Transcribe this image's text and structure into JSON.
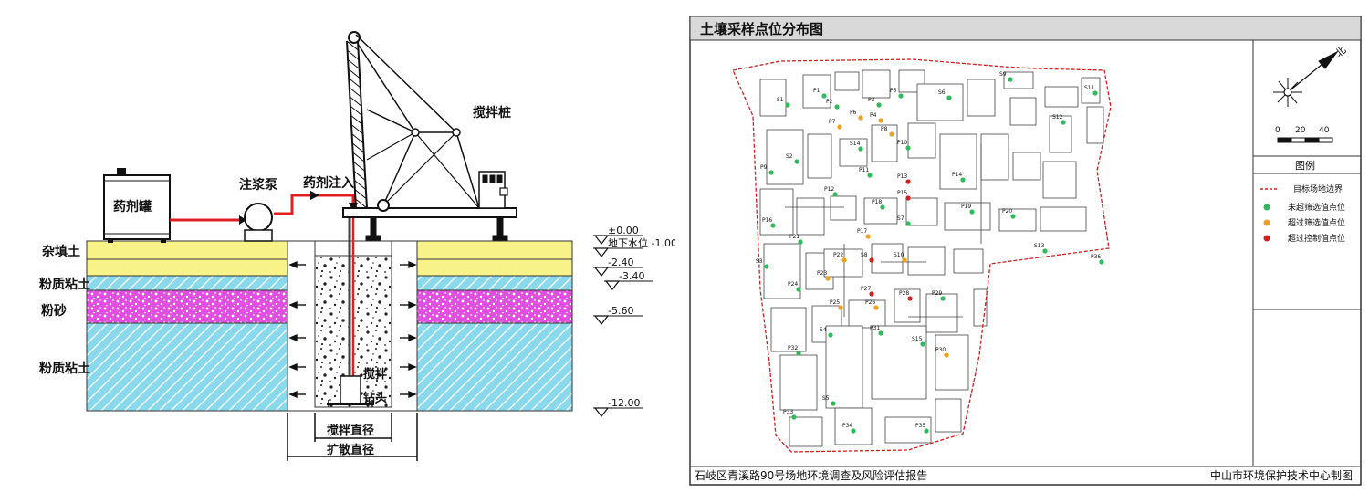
{
  "left": {
    "labels": {
      "tank": "药剂罐",
      "pump": "注浆泵",
      "inject": "药剂注入",
      "rig": "搅拌桩",
      "drill_line1": "搅拌",
      "drill_line2": "钻头",
      "stir_diameter": "搅拌直径",
      "spread_diameter": "扩散直径"
    },
    "layers": [
      {
        "name": "杂填土",
        "color": "#f5f07a"
      },
      {
        "name": "粉质粘土",
        "color": "#7fd8ea"
      },
      {
        "name": "粉砂",
        "color": "#e24be0"
      },
      {
        "name": "粉质粘土",
        "color": "#7fd8ea"
      }
    ],
    "elevations": [
      "±0.00",
      "地下水位 -1.00",
      "-2.40",
      "-3.40",
      "-5.60",
      "-12.00"
    ],
    "colors": {
      "pipe": "#e02020",
      "fill_yellow": "#f5f07a",
      "fill_cyan": "#7fd8ea",
      "fill_magenta": "#e24be0"
    }
  },
  "right": {
    "title": "土壤采样点位分布图",
    "footer_left": "石岐区青溪路90号场地环境调查及风险评估报告",
    "footer_right": "中山市环境保护技术中心制图",
    "north_label": "北",
    "scale_labels": [
      "0",
      "20",
      "40"
    ],
    "legend": {
      "title": "图例",
      "items": [
        {
          "label": "目标场地边界",
          "kind": "dashed-line",
          "color": "#cc2222"
        },
        {
          "label": "未超筛选值点位",
          "kind": "dot",
          "color": "#2ebc5a"
        },
        {
          "label": "超过筛选值点位",
          "kind": "dot",
          "color": "#f0a020"
        },
        {
          "label": "超过控制值点位",
          "kind": "dot",
          "color": "#d02020"
        }
      ]
    },
    "points": [
      {
        "id": "S1",
        "cls": "green"
      },
      {
        "id": "S2",
        "cls": "green"
      },
      {
        "id": "S3",
        "cls": "green"
      },
      {
        "id": "S4",
        "cls": "green"
      },
      {
        "id": "S5",
        "cls": "green"
      },
      {
        "id": "S6",
        "cls": "green"
      },
      {
        "id": "S7",
        "cls": "green"
      },
      {
        "id": "S8",
        "cls": "red"
      },
      {
        "id": "S9",
        "cls": "green"
      },
      {
        "id": "S10",
        "cls": "orange"
      },
      {
        "id": "S11",
        "cls": "green"
      },
      {
        "id": "S12",
        "cls": "green"
      },
      {
        "id": "S13",
        "cls": "green"
      },
      {
        "id": "S14",
        "cls": "green"
      },
      {
        "id": "S15",
        "cls": "green"
      },
      {
        "id": "P1",
        "cls": "green"
      },
      {
        "id": "P2",
        "cls": "green"
      },
      {
        "id": "P3",
        "cls": "green"
      },
      {
        "id": "P4",
        "cls": "orange"
      },
      {
        "id": "P5",
        "cls": "green"
      },
      {
        "id": "P6",
        "cls": "orange"
      },
      {
        "id": "P7",
        "cls": "orange"
      },
      {
        "id": "P8",
        "cls": "orange"
      },
      {
        "id": "P9",
        "cls": "green"
      },
      {
        "id": "P10",
        "cls": "green"
      },
      {
        "id": "P11",
        "cls": "green"
      },
      {
        "id": "P12",
        "cls": "green"
      },
      {
        "id": "P13",
        "cls": "red"
      },
      {
        "id": "P14",
        "cls": "green"
      },
      {
        "id": "P15",
        "cls": "red"
      },
      {
        "id": "P16",
        "cls": "green"
      },
      {
        "id": "P17",
        "cls": "orange"
      },
      {
        "id": "P18",
        "cls": "green"
      },
      {
        "id": "P19",
        "cls": "green"
      },
      {
        "id": "P20",
        "cls": "green"
      },
      {
        "id": "P21",
        "cls": "green"
      },
      {
        "id": "P22",
        "cls": "orange"
      },
      {
        "id": "P23",
        "cls": "orange"
      },
      {
        "id": "P24",
        "cls": "green"
      },
      {
        "id": "P25",
        "cls": "orange"
      },
      {
        "id": "P26",
        "cls": "orange"
      },
      {
        "id": "P27",
        "cls": "red"
      },
      {
        "id": "P28",
        "cls": "red"
      },
      {
        "id": "P29",
        "cls": "green"
      },
      {
        "id": "P30",
        "cls": "orange"
      },
      {
        "id": "P31",
        "cls": "green"
      },
      {
        "id": "P32",
        "cls": "green"
      },
      {
        "id": "P33",
        "cls": "green"
      },
      {
        "id": "P34",
        "cls": "green"
      },
      {
        "id": "P35",
        "cls": "green"
      },
      {
        "id": "P36",
        "cls": "green"
      }
    ],
    "dot_colors": {
      "green": "#2ebc5a",
      "orange": "#f0a020",
      "red": "#d02020"
    }
  }
}
